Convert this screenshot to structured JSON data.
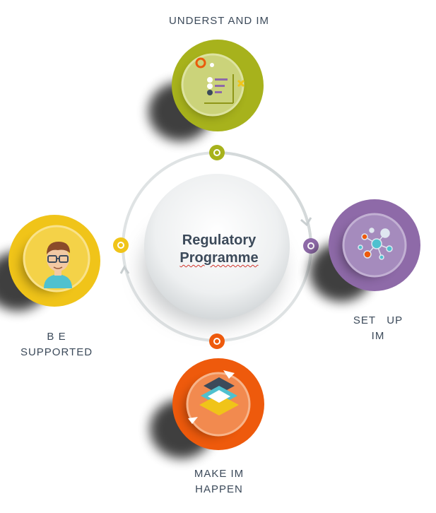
{
  "center": {
    "line1": "Regulatory",
    "line2": "Programme"
  },
  "stages": {
    "understand": {
      "label": "UNDERST AND IM",
      "color": "#a7b21c",
      "icon": "checklist-icon"
    },
    "setup": {
      "label_line1": "SET   UP",
      "label_line2": "IM",
      "color": "#8e6aa8",
      "icon": "network-icon"
    },
    "make": {
      "label_line1": "MAKE IM",
      "label_line2": "HAPPEN",
      "color": "#ee5a0c",
      "icon": "layers-icon"
    },
    "supported": {
      "label_line1": "B E",
      "label_line2": "SUPPORTED",
      "color": "#f0c419",
      "icon": "person-avatar-icon"
    }
  }
}
